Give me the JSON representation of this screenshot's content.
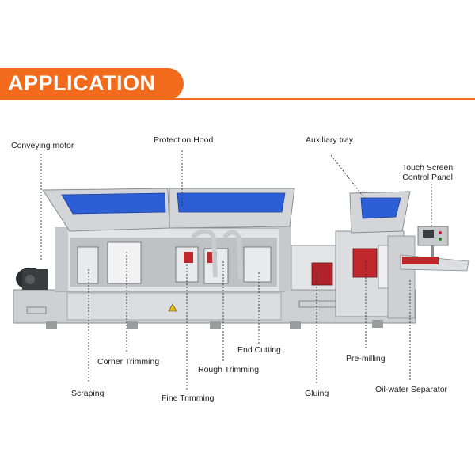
{
  "header": {
    "title": "APPLICATION"
  },
  "callouts": {
    "conveying_motor": "Conveying motor",
    "protection_hood": "Protection Hood",
    "auxiliary_tray": "Auxiliary tray",
    "touch_screen_line1": "Touch Screen",
    "touch_screen_line2": "Control Panel",
    "end_cutting": "End Cutting",
    "corner_trimming": "Corner Trimming",
    "rough_trimming": "Rough Trimming",
    "pre_milling": "Pre-milling",
    "scraping": "Scraping",
    "fine_trimming": "Fine Trimming",
    "gluing": "Gluing",
    "oil_water_separator": "Oil-water Separator"
  },
  "colors": {
    "accent": "#f26a1b",
    "machine_body": "#d9dadc",
    "glass": "#2c5fd6"
  }
}
